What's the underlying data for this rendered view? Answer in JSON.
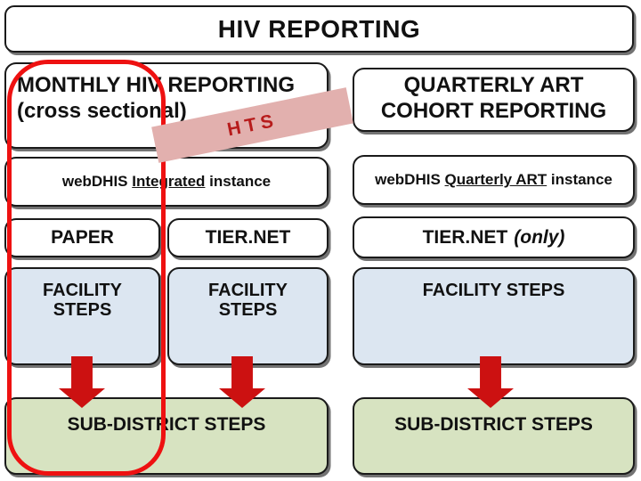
{
  "colors": {
    "box_blue": "#dce6f1",
    "box_green": "#d7e3c1",
    "stamp_pink": "#e2b0ae",
    "stamp_text": "#b71c1c",
    "arrow_red": "#cc1111",
    "outline_red": "#ee1111",
    "border": "#1a1a1a",
    "text": "#111111"
  },
  "slide": {
    "title": "HIV REPORTING",
    "monthly": {
      "header_line1": "MONTHLY HIV REPORTING",
      "header_line2": "(cross sectional)",
      "stamp_label": "HTS",
      "instance": {
        "prefix": "webDHIS ",
        "underlined": "Integrated",
        "suffix": " instance"
      },
      "sources": [
        "PAPER",
        "TIER.NET"
      ],
      "facility_steps": [
        "FACILITY STEPS",
        "FACILITY STEPS"
      ],
      "subdistrict_steps": "SUB-DISTRICT STEPS"
    },
    "quarterly": {
      "header_line1": "QUARTERLY ART",
      "header_line2": "COHORT REPORTING",
      "instance": {
        "prefix": "webDHIS ",
        "underlined": "Quarterly ART",
        "suffix": " instance"
      },
      "source_main": "TIER.NET",
      "source_note": "(only)",
      "facility_steps": "FACILITY STEPS",
      "subdistrict_steps": "SUB-DISTRICT STEPS"
    }
  }
}
